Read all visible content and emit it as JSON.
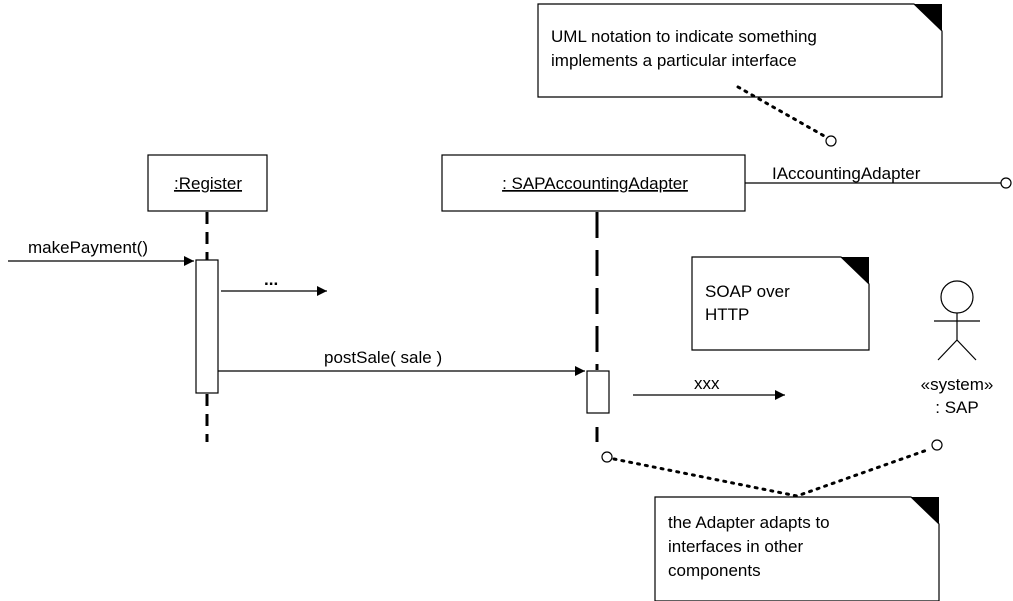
{
  "lifelines": {
    "register": ":Register",
    "adapter": ": SAPAccountingAdapter"
  },
  "interface_label": "IAccountingAdapter",
  "messages": {
    "make_payment": "makePayment()",
    "ellipsis": "...",
    "post_sale": "postSale( sale )",
    "xxx": "xxx"
  },
  "actor": {
    "stereotype": "«system»",
    "name": ": SAP"
  },
  "notes": {
    "uml_notation": [
      "UML notation to indicate something",
      "implements a particular interface"
    ],
    "soap": [
      "SOAP over",
      "HTTP"
    ],
    "adapter": [
      "the Adapter adapts to",
      "interfaces in other",
      "components"
    ]
  }
}
